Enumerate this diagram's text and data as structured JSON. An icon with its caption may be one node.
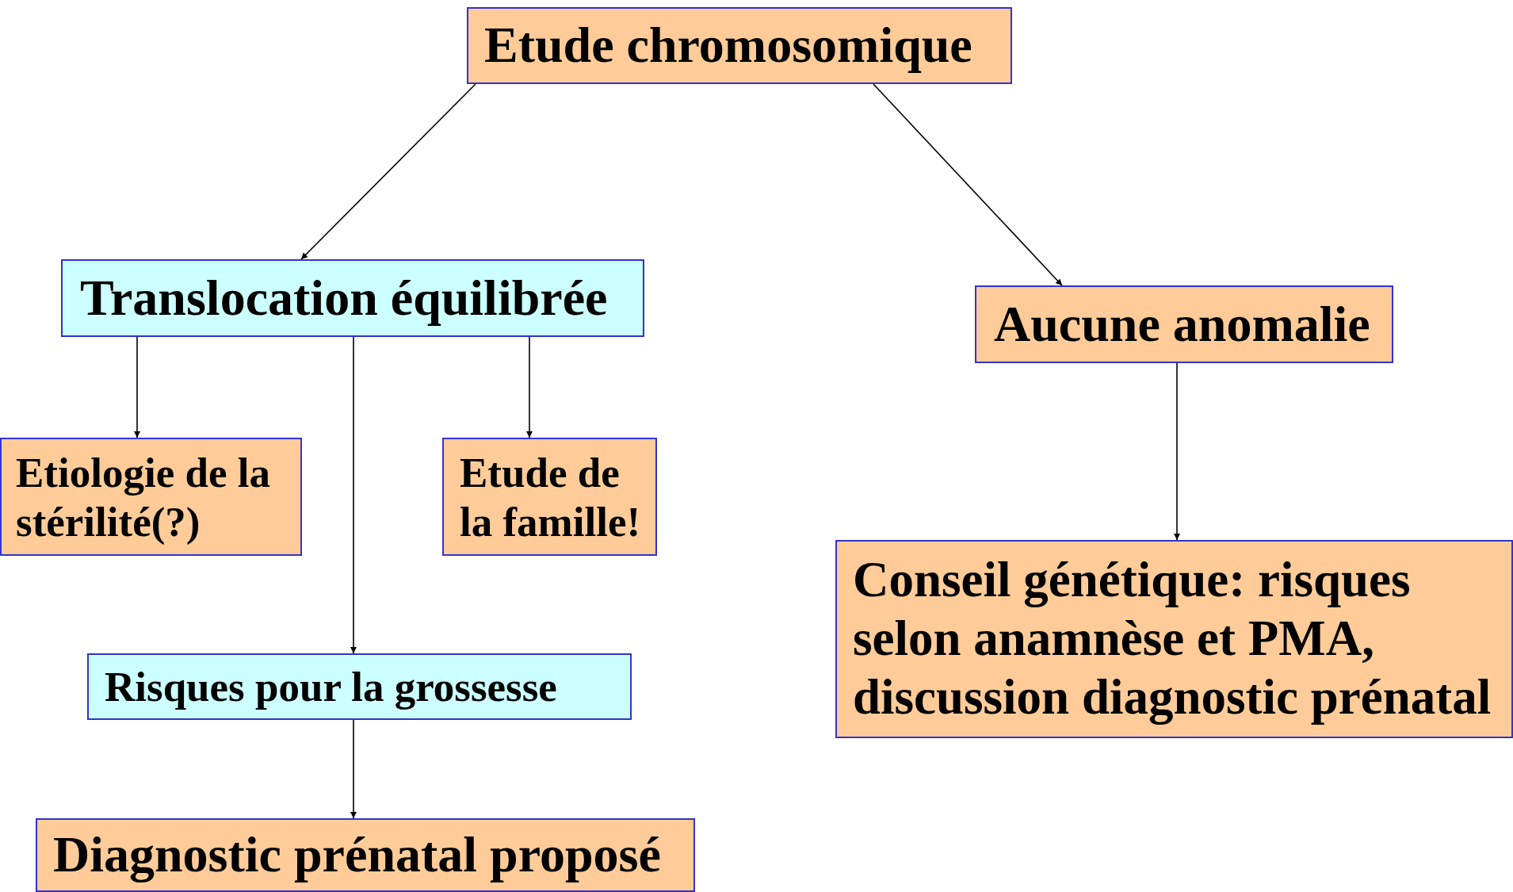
{
  "diagram": {
    "nodes": [
      {
        "text": [
          "Etude chromosomique"
        ]
      },
      {
        "text": [
          "Translocation équilibrée"
        ]
      },
      {
        "text": [
          "Aucune anomalie"
        ]
      },
      {
        "text": [
          "Etiologie de la stérilité(?)"
        ]
      },
      {
        "text": [
          "Etude de la famille!"
        ]
      },
      {
        "text": [
          "Risques pour la grossesse"
        ]
      },
      {
        "text": [
          "Diagnostic prénatal proposé"
        ]
      },
      {
        "text": [
          "Conseil génétique: risques selon anamnèse et PMA, discussion diagnostic prénatal"
        ]
      }
    ],
    "edges": [
      {
        "from": 0,
        "to": 1,
        "arrow": "to"
      },
      {
        "from": 0,
        "to": 2,
        "arrow": "to"
      },
      {
        "from": 1,
        "to": 3,
        "arrow": "to"
      },
      {
        "from": 1,
        "to": 5,
        "arrow": "to"
      },
      {
        "from": 1,
        "to": 4,
        "arrow": "to"
      },
      {
        "from": 5,
        "to": 6,
        "arrow": "to"
      },
      {
        "from": 2,
        "to": 7,
        "arrow": "to"
      }
    ]
  }
}
